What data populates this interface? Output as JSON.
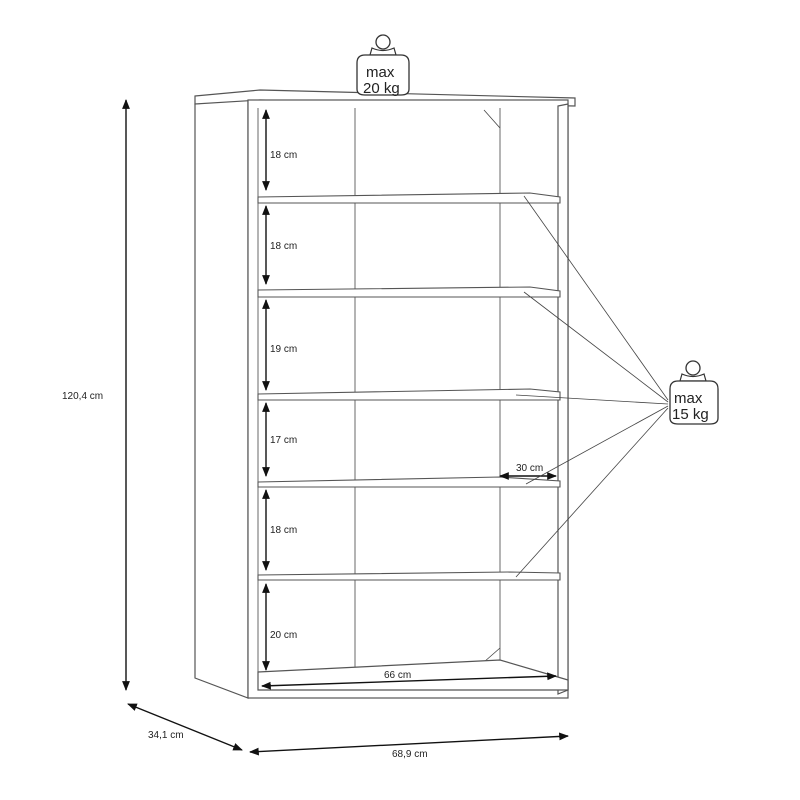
{
  "dimensions": {
    "total_height": "120,4 cm",
    "depth": "34,1 cm",
    "total_width": "68,9 cm",
    "inner_width": "66 cm",
    "shelf_depth": "30 cm",
    "compartments": [
      "18 cm",
      "18 cm",
      "19 cm",
      "17 cm",
      "18 cm",
      "20 cm"
    ]
  },
  "weights": {
    "top": {
      "line1": "max",
      "line2": "20 kg"
    },
    "shelf": {
      "line1": "max",
      "line2": "15 kg"
    }
  }
}
